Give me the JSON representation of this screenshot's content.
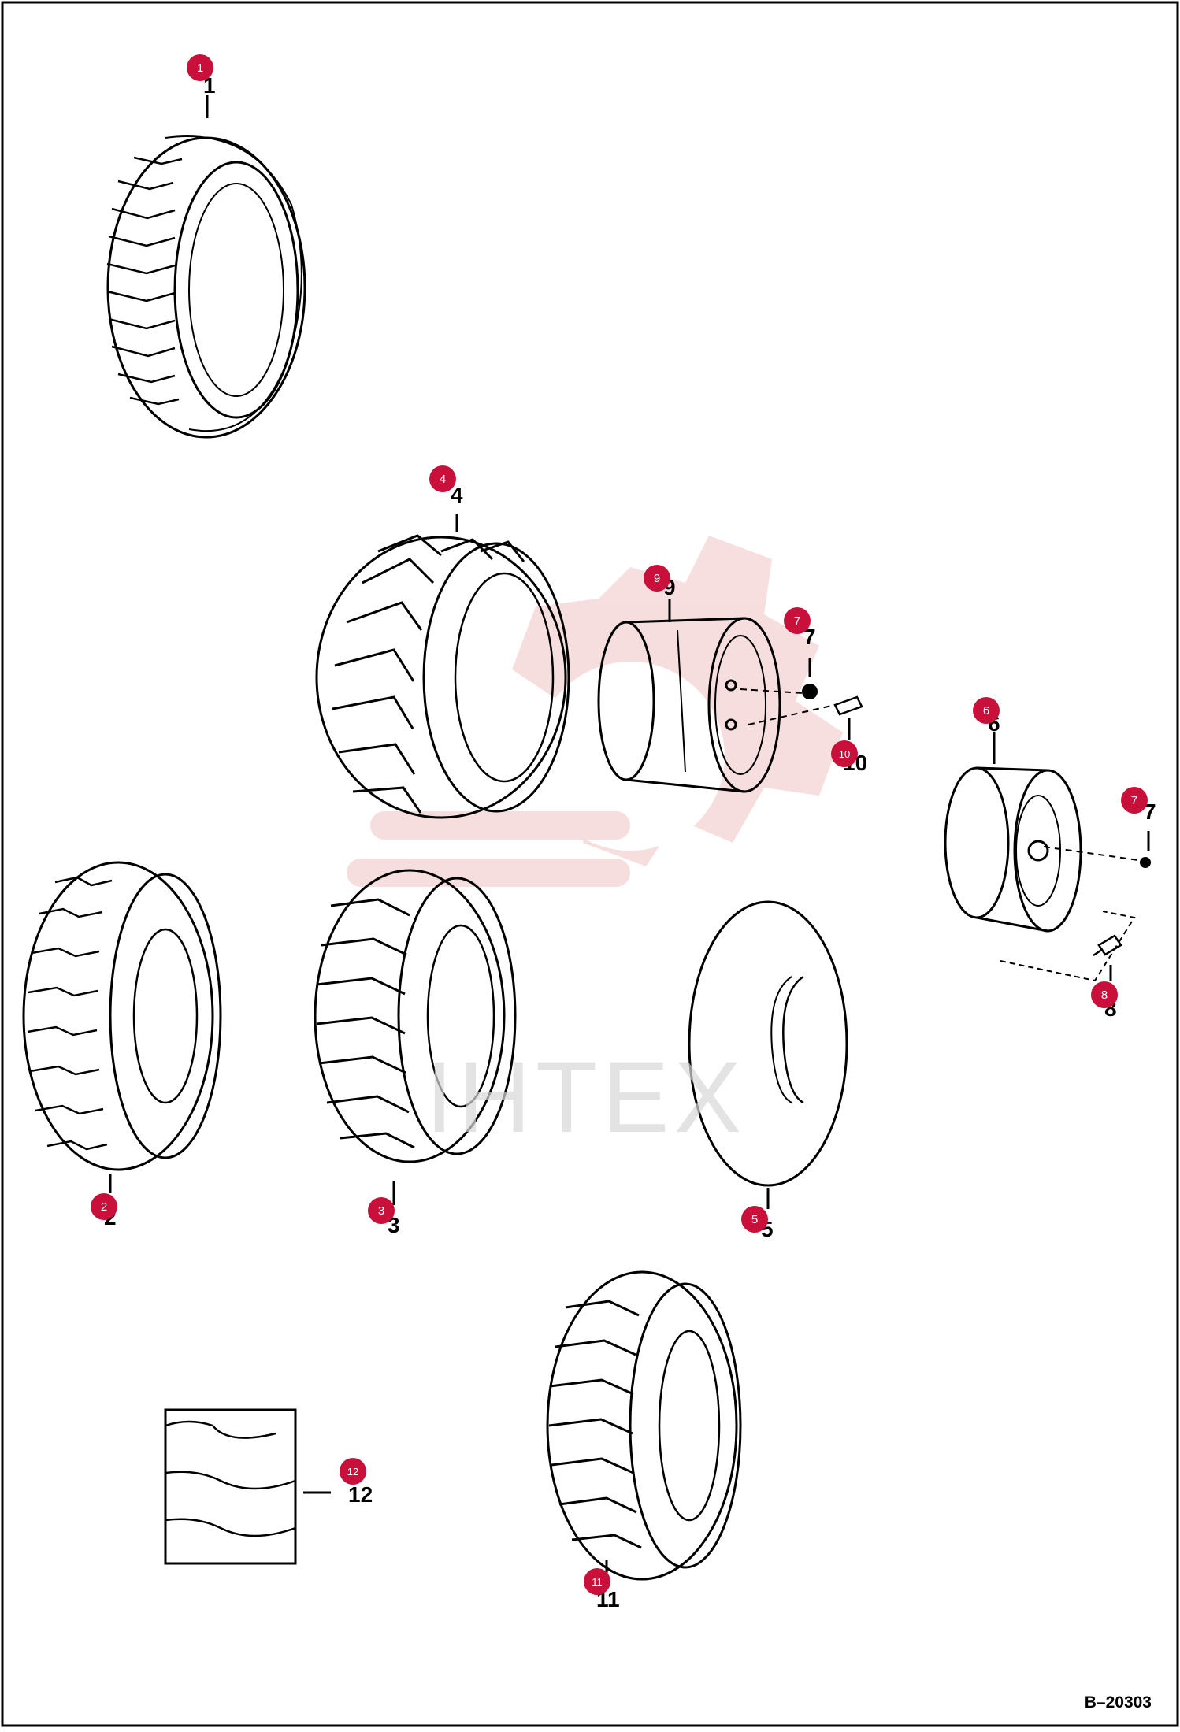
{
  "diagram_id": "B–20303",
  "watermark": "IHTEX",
  "callouts": [
    {
      "id": "c1",
      "label": "1"
    },
    {
      "id": "c2",
      "label": "2"
    },
    {
      "id": "c3",
      "label": "3"
    },
    {
      "id": "c4",
      "label": "4"
    },
    {
      "id": "c5",
      "label": "5"
    },
    {
      "id": "c6",
      "label": "6"
    },
    {
      "id": "c7a",
      "label": "7"
    },
    {
      "id": "c7b",
      "label": "7"
    },
    {
      "id": "c8",
      "label": "8"
    },
    {
      "id": "c9",
      "label": "9"
    },
    {
      "id": "c10",
      "label": "10"
    },
    {
      "id": "c11",
      "label": "11"
    },
    {
      "id": "c12",
      "label": "12"
    }
  ],
  "ref_labels": [
    "1",
    "2",
    "3",
    "4",
    "5",
    "6",
    "7",
    "7",
    "8",
    "9",
    "10",
    "11",
    "12"
  ],
  "colors": {
    "callout_fill": "#c8103a",
    "callout_text": "#ffffff",
    "line": "#000000",
    "watermark_logo": "#e9a3a3"
  }
}
